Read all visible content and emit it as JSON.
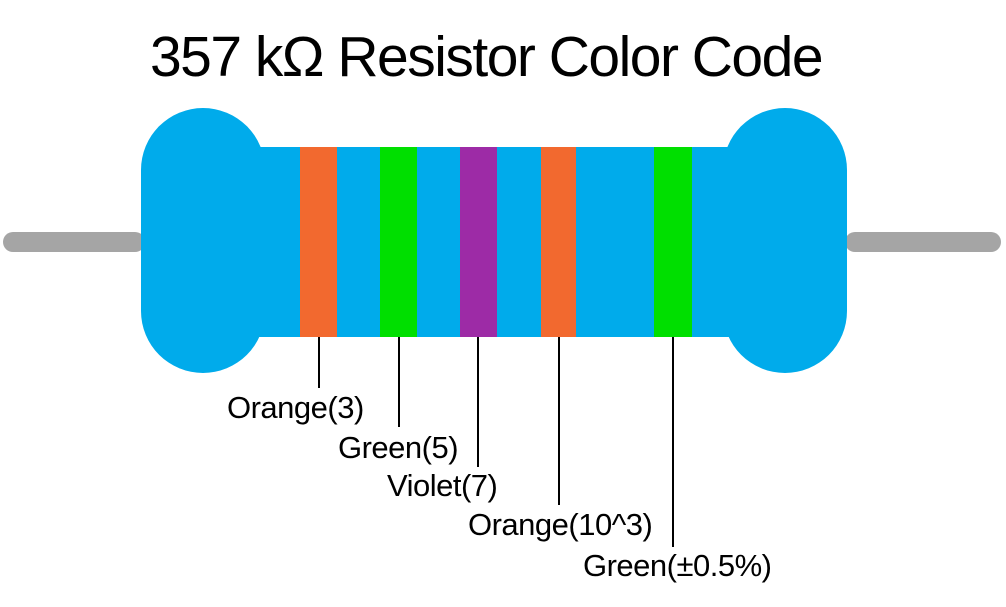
{
  "title": "357 kΩ Resistor Color Code",
  "colors": {
    "background": "#ffffff",
    "resistor_body": "#00abeb",
    "lead": "#a5a5a5",
    "text": "#000000"
  },
  "resistor": {
    "bands": [
      {
        "color_name": "Orange",
        "hex": "#f2692f",
        "label": "Orange(3)"
      },
      {
        "color_name": "Green",
        "hex": "#00df00",
        "label": "Green(5)"
      },
      {
        "color_name": "Violet",
        "hex": "#9d2ba6",
        "label": "Violet(7)"
      },
      {
        "color_name": "Orange",
        "hex": "#f2692f",
        "label": "Orange(10^3)"
      },
      {
        "color_name": "Green",
        "hex": "#00df00",
        "label": "Green(±0.5%)"
      }
    ]
  }
}
